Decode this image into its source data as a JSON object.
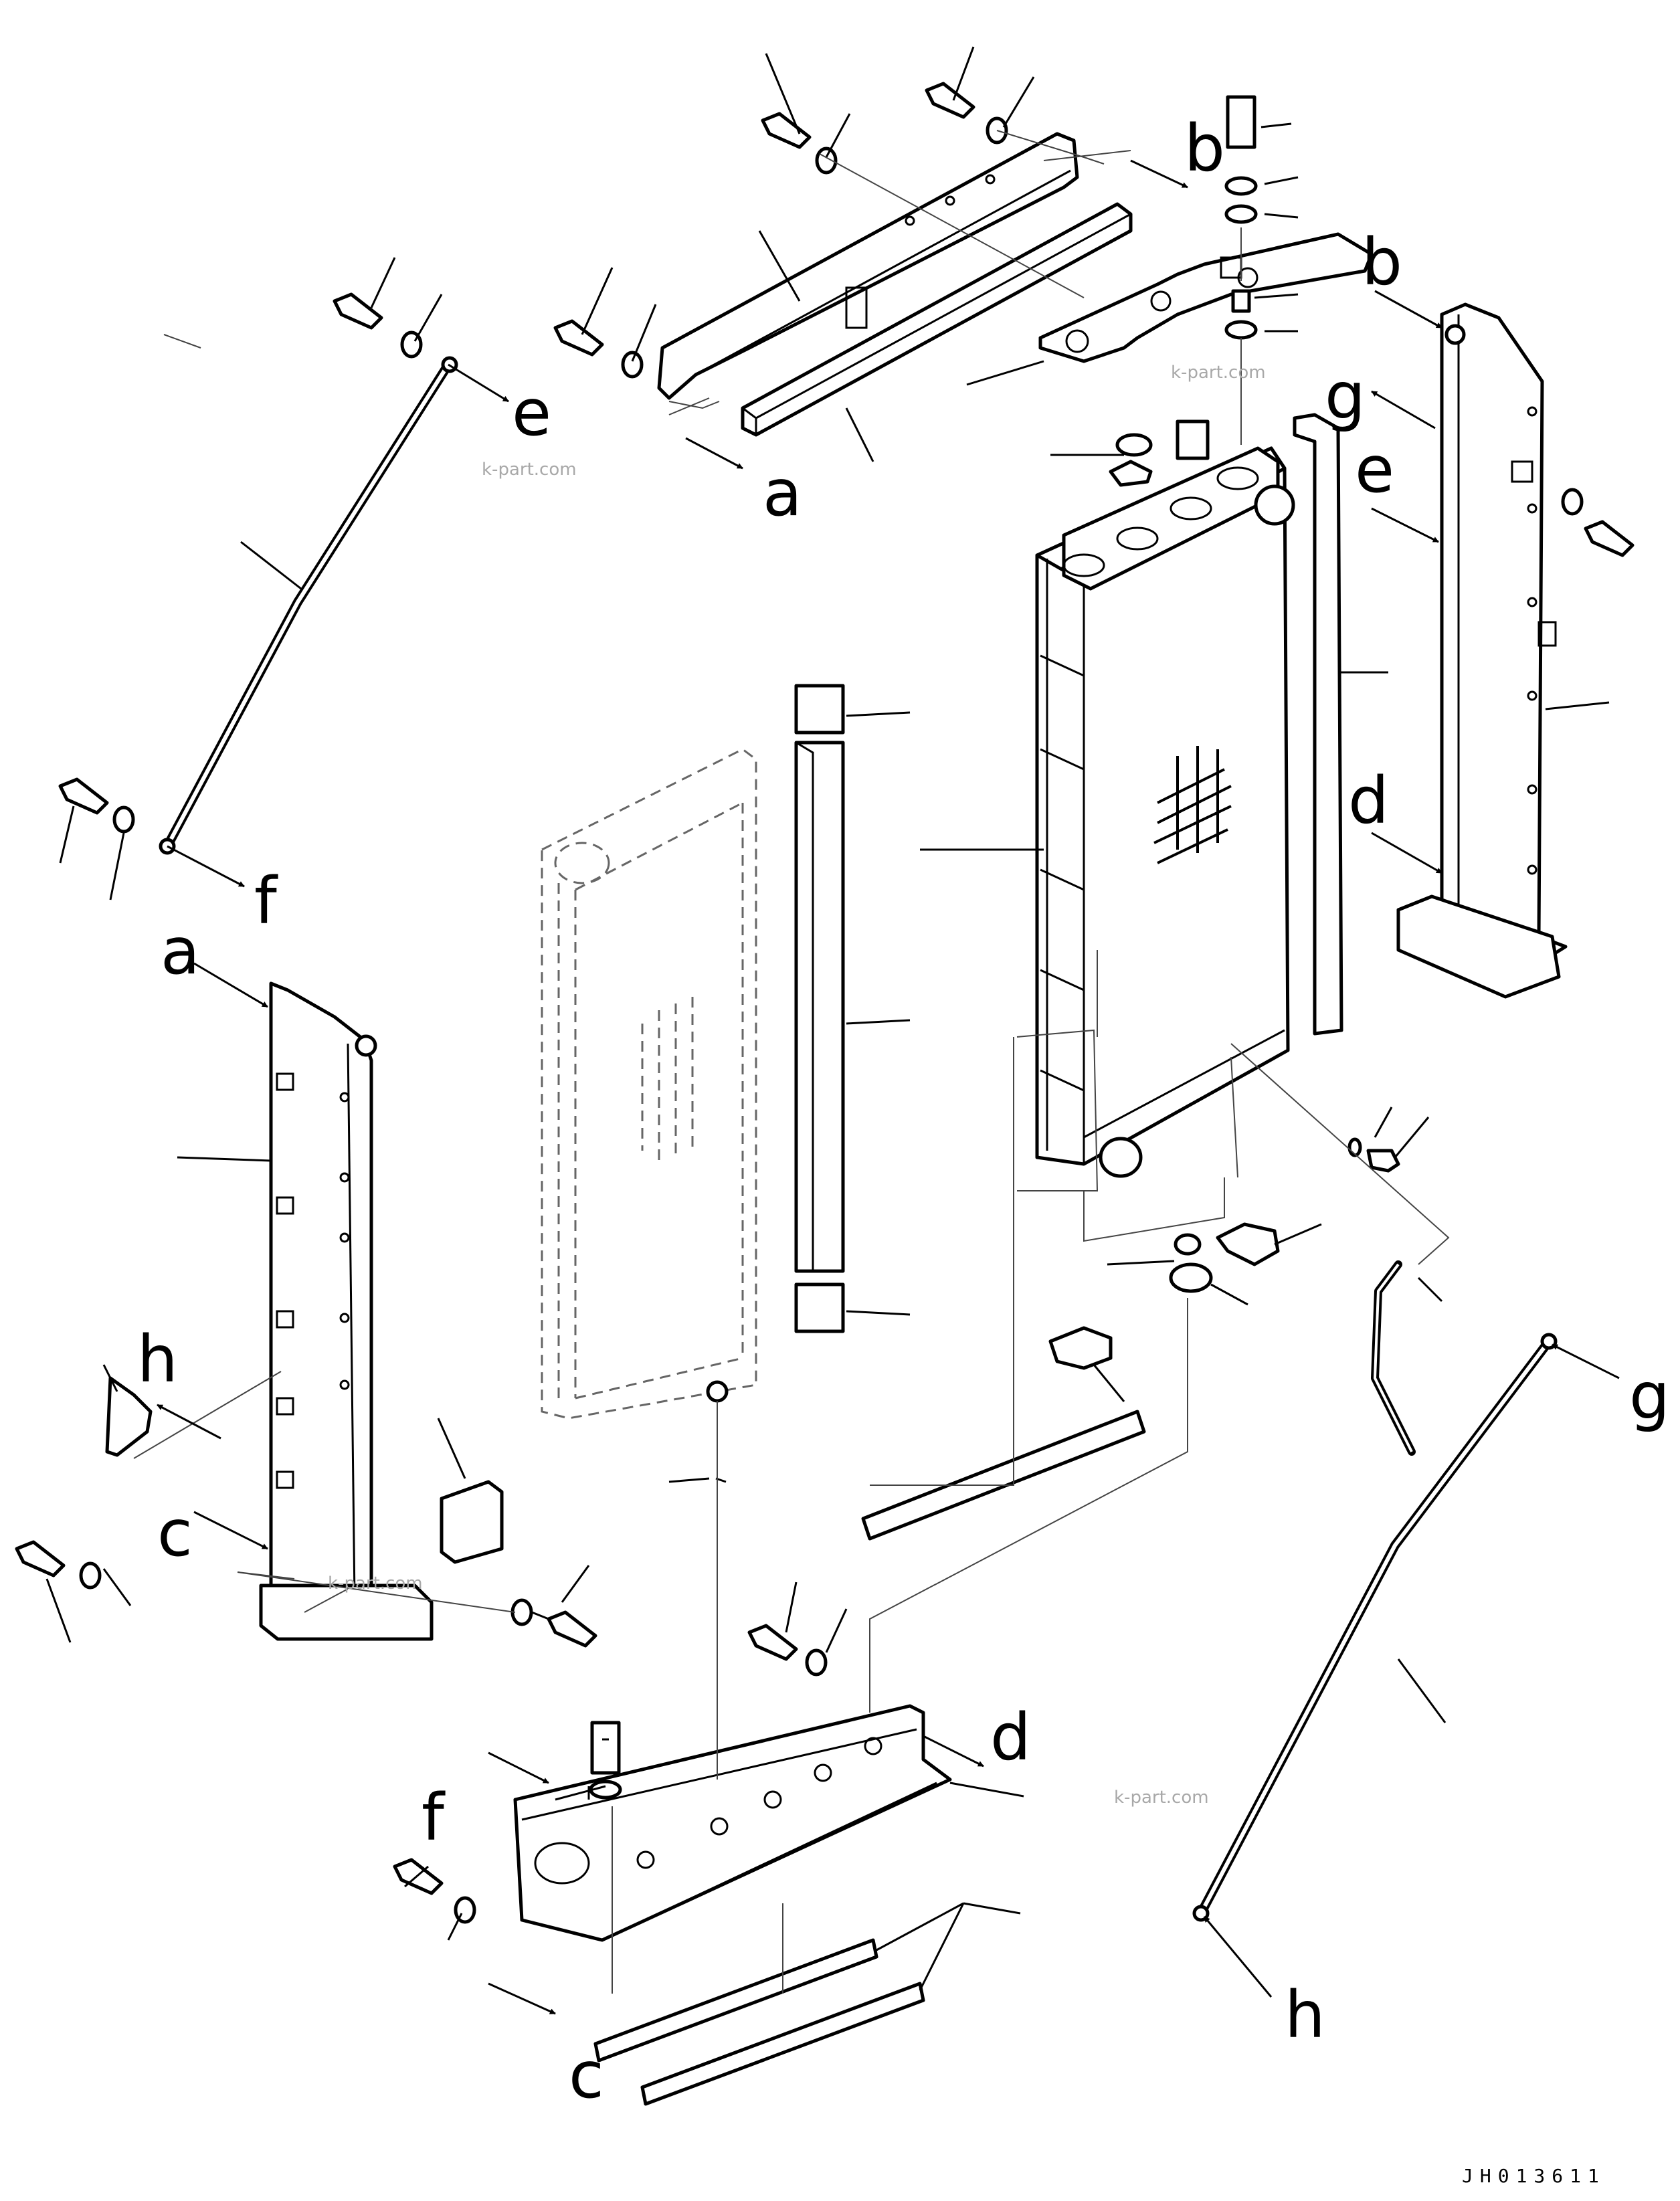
{
  "drawing": {
    "drawing_code": "JH013611",
    "watermarks": [
      "k-part.com",
      "k-part.com",
      "k-part.com",
      "k-part.com"
    ]
  },
  "callouts": {
    "a_top": "a",
    "a_left": "a",
    "b_top": "b",
    "b_right": "b",
    "c_left": "c",
    "c_bottom": "c",
    "d_right": "d",
    "d_bottom": "d",
    "e_top": "e",
    "e_right": "e",
    "f_top": "f",
    "f_bottom": "f",
    "g_right": "g",
    "g_rod": "g",
    "h_left": "h",
    "h_rod": "h"
  }
}
